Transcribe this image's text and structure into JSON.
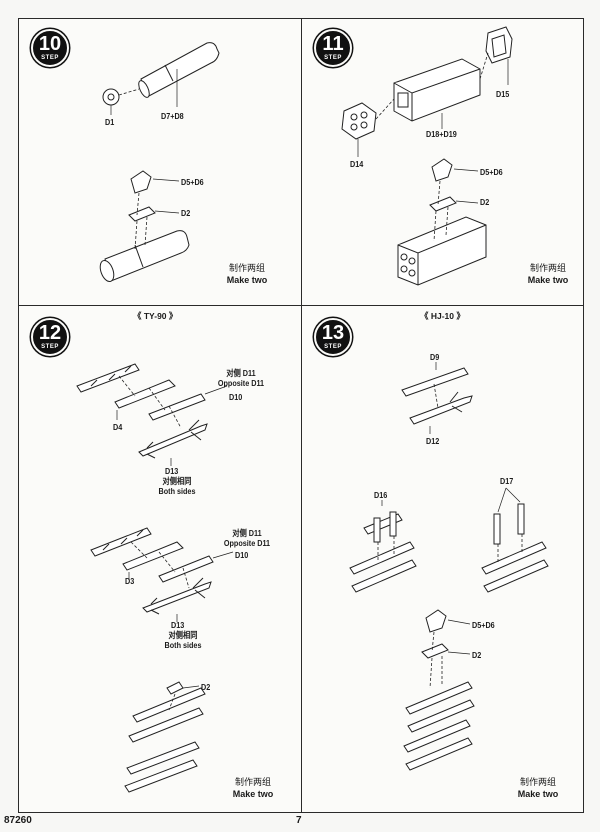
{
  "footer": {
    "kit_number": "87260",
    "page_number": "7"
  },
  "badge": {
    "step_text": "STEP"
  },
  "step10": {
    "step": "10",
    "labels": {
      "d1": "D1",
      "d7d8": "D7+D8",
      "d5d6": "D5+D6",
      "d2": "D2"
    },
    "note_cn": "制作两组",
    "note_en": "Make two"
  },
  "step11": {
    "step": "11",
    "labels": {
      "d15": "D15",
      "d18d19": "D18+D19",
      "d14": "D14",
      "d5d6": "D5+D6",
      "d2": "D2"
    },
    "note_cn": "制作两组",
    "note_en": "Make two"
  },
  "step12": {
    "step": "12",
    "title": "《 TY-90 》",
    "labels": {
      "opp_cn_1": "对侧 D11",
      "opp_en_1": "Opposite D11",
      "d10_1": "D10",
      "d4": "D4",
      "d13_1": "D13",
      "both_cn_1": "对侧相同",
      "both_en_1": "Both sides",
      "opp_cn_2": "对侧 D11",
      "opp_en_2": "Opposite D11",
      "d10_2": "D10",
      "d3": "D3",
      "d13_2": "D13",
      "both_cn_2": "对侧相同",
      "both_en_2": "Both sides",
      "d2": "D2"
    },
    "note_cn": "制作两组",
    "note_en": "Make two"
  },
  "step13": {
    "step": "13",
    "title": "《 HJ-10 》",
    "labels": {
      "d9": "D9",
      "d12": "D12",
      "d16": "D16",
      "d17": "D17",
      "d5d6": "D5+D6",
      "d2": "D2"
    },
    "note_cn": "制作两组",
    "note_en": "Make two"
  }
}
